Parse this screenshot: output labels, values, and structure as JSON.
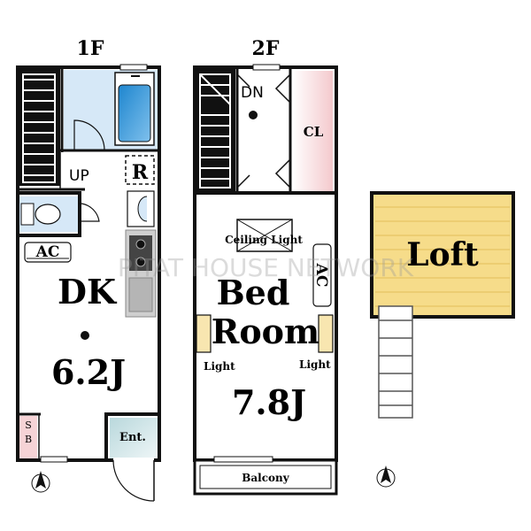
{
  "floors": {
    "first": {
      "label": "1F",
      "up": "UP",
      "refrigerator": "R",
      "ac": "AC",
      "room_name": "DK",
      "room_size": "6.2J",
      "storage_s": "S",
      "storage_b": "B",
      "entrance": "Ent."
    },
    "second": {
      "label": "2F",
      "down": "DN",
      "closet": "CL",
      "ceiling_light": "Ceiling Light",
      "ac": "AC",
      "room_line1": "Bed",
      "room_line2": "Room",
      "light_left": "Light",
      "light_right": "Light",
      "room_size": "7.8J",
      "balcony": "Balcony"
    }
  },
  "loft": {
    "label": "Loft"
  },
  "watermark": "PITAT HOUSE NETWORK",
  "colors": {
    "wall": "#111111",
    "bath": "#d6e8f7",
    "tub": "#3a9ad9",
    "closet": "#f6d3d6",
    "loft": "#f6dc8a",
    "light": "#f8e6b0",
    "storage": "#f6d3d6",
    "entrance": "#cfe4e6"
  }
}
